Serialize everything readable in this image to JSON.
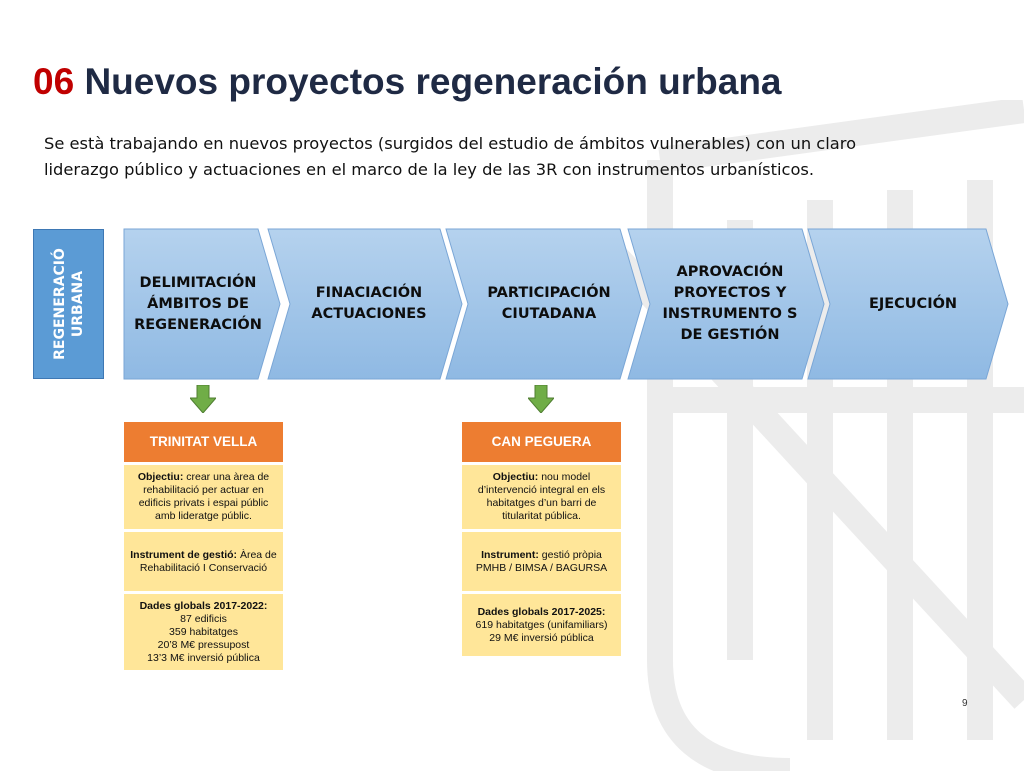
{
  "title": {
    "number": "06",
    "text": "Nuevos proyectos regeneración urbana"
  },
  "intro": "Se està trabajando en nuevos proyectos (surgidos del estudio de ámbitos vulnerables) con un claro liderazgo público y actuaciones en el marco de la ley de las 3R con instrumentos urbanísticos.",
  "side_label": "REGENERACIÓ\nURBANA",
  "steps": [
    "DELIMITACIÓN ÁMBITOS DE REGENERACIÓN",
    "FINACIACIÓN ACTUACIONES",
    "PARTICIPACIÓN CIUTADANA",
    "APROVACIÓN PROYECTOS Y INSTRUMENTO S DE GESTIÓN",
    "EJECUCIÓN"
  ],
  "cards": [
    {
      "title": "TRINITAT VELLA",
      "cells": [
        {
          "label": "Objectiu:",
          "text": " crear una àrea de rehabilitació per actuar en edificis privats i espai públic amb lideratge públic."
        },
        {
          "label": "Instrument de gestió:",
          "text": " Àrea de Rehabilitació I Conservació"
        },
        {
          "label": "Dades globals 2017-2022:",
          "lines": [
            "87 edificis",
            "359 habitatges",
            "20’8 M€ pressupost",
            "13’3 M€ inversió pública"
          ]
        }
      ]
    },
    {
      "title": "CAN PEGUERA",
      "cells": [
        {
          "label": "Objectiu:",
          "text": " nou model d’intervenció integral en els habitatges d’un barri de titularitat pública."
        },
        {
          "label": "Instrument:",
          "text": " gestió pròpia PMHB / BIMSA / BAGURSA"
        },
        {
          "label": "Dades globals 2017-2025:",
          "lines": [
            "619 habitatges (unifamiliars)",
            "29 M€ inversió pública"
          ]
        }
      ]
    }
  ],
  "page_number": "9",
  "colors": {
    "title_number": "#c00000",
    "title_text": "#1f2a44",
    "step_fill": "#9dc3e6",
    "side_label": "#5b9bd5",
    "card_head": "#ed7d31",
    "card_cell": "#ffe699",
    "down_arrow": "#70ad47"
  }
}
